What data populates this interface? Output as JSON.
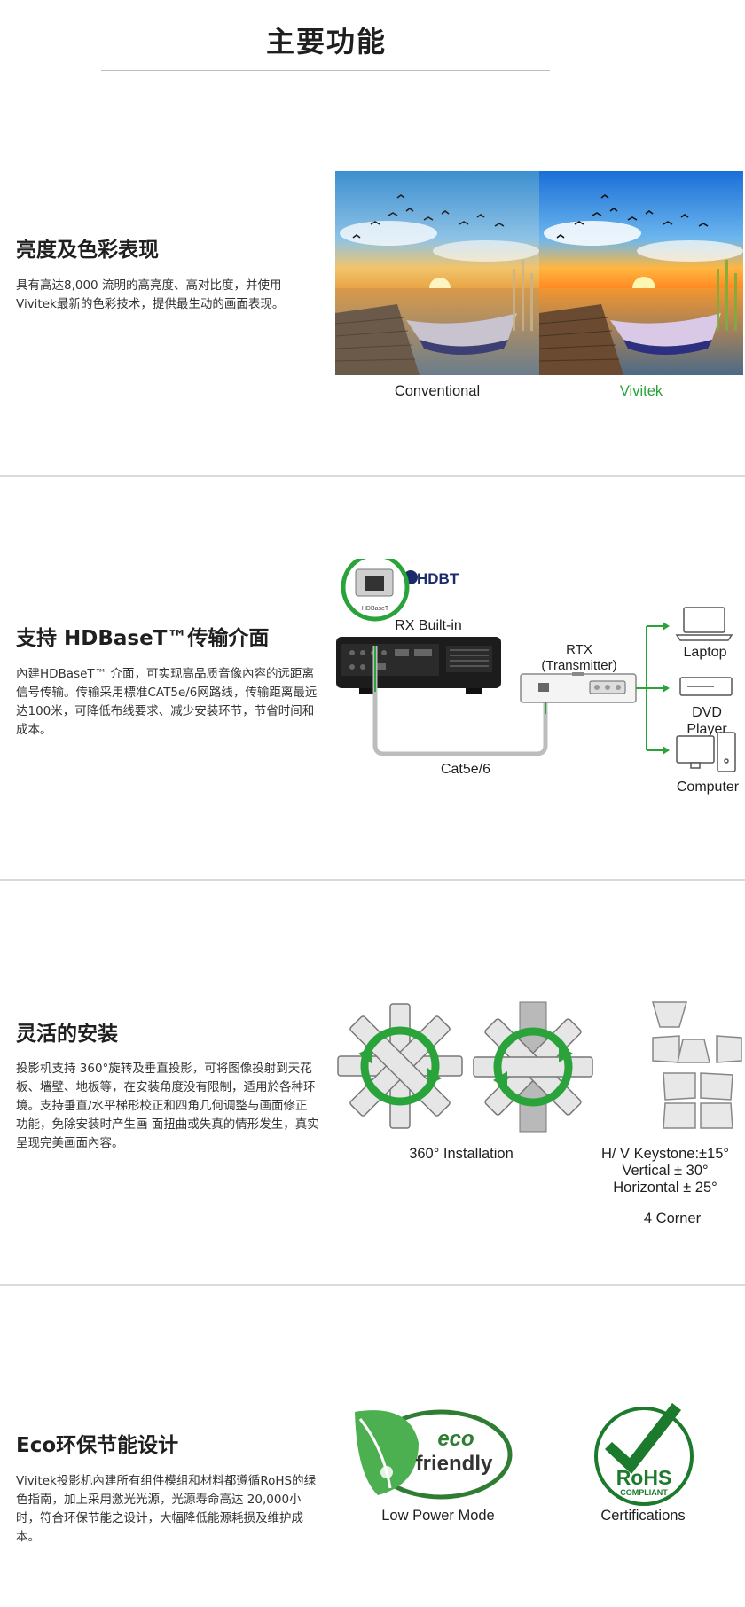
{
  "header": {
    "title": "主要功能"
  },
  "sections": [
    {
      "title": "亮度及色彩表现",
      "text": "具有高达8,000 流明的高亮度、高对比度，并使用Vivitek最新的色彩技术，提供最生动的画面表现。",
      "captions": {
        "left": "Conventional",
        "right": "Vivitek"
      }
    },
    {
      "title": "支持 HDBaseT™传输介面",
      "text": "內建HDBaseT™ 介面，可实现高品质音像內容的远距离信号传输。传输采用標准CAT5e/6网路线，传输距离最远达100米，可降低布线要求、减少安装环节，节省时间和成本。",
      "diagram": {
        "logo": "HDBT",
        "port_label": "HDBaseT",
        "rx_label": "RX Built-in",
        "rtx_label_1": "RTX",
        "rtx_label_2": "(Transmitter)",
        "cable_label": "Cat5e/6",
        "laptop": "Laptop",
        "dvd_1": "DVD",
        "dvd_2": "Player",
        "computer": "Computer"
      }
    },
    {
      "title": "灵活的安装",
      "text": "投影机支持 360°旋转及垂直投影，可将图像投射到天花板、墙壁、地板等，在安装角度没有限制，适用於各种环境。支持垂直/水平梯形校正和四角几何调整与画面修正功能，免除安装时产生画 面扭曲或失真的情形发生，真实呈现完美画面內容。",
      "captions": {
        "installation": "360° Installation",
        "keystone_1": "H/ V Keystone:±15°",
        "keystone_2": "Vertical ± 30°",
        "keystone_3": "Horizontal ± 25°",
        "corner": "4 Corner"
      }
    },
    {
      "title": "Eco环保节能设计",
      "text": "Vivitek投影机內建所有组件模组和材料都遵循RoHS的绿色指南，加上采用激光光源，光源寿命高达 20,000小时，符合环保节能之设计，大幅降低能源耗损及维护成本。",
      "eco_badge": {
        "line1": "eco",
        "line2": "friendly"
      },
      "rohs_badge": {
        "line1": "RoHS",
        "line2": "COMPLIANT"
      },
      "captions": {
        "low_power": "Low Power Mode",
        "certifications": "Certifications"
      }
    }
  ],
  "colors": {
    "accent_green": "#27a33a",
    "rule": "#dadada"
  }
}
